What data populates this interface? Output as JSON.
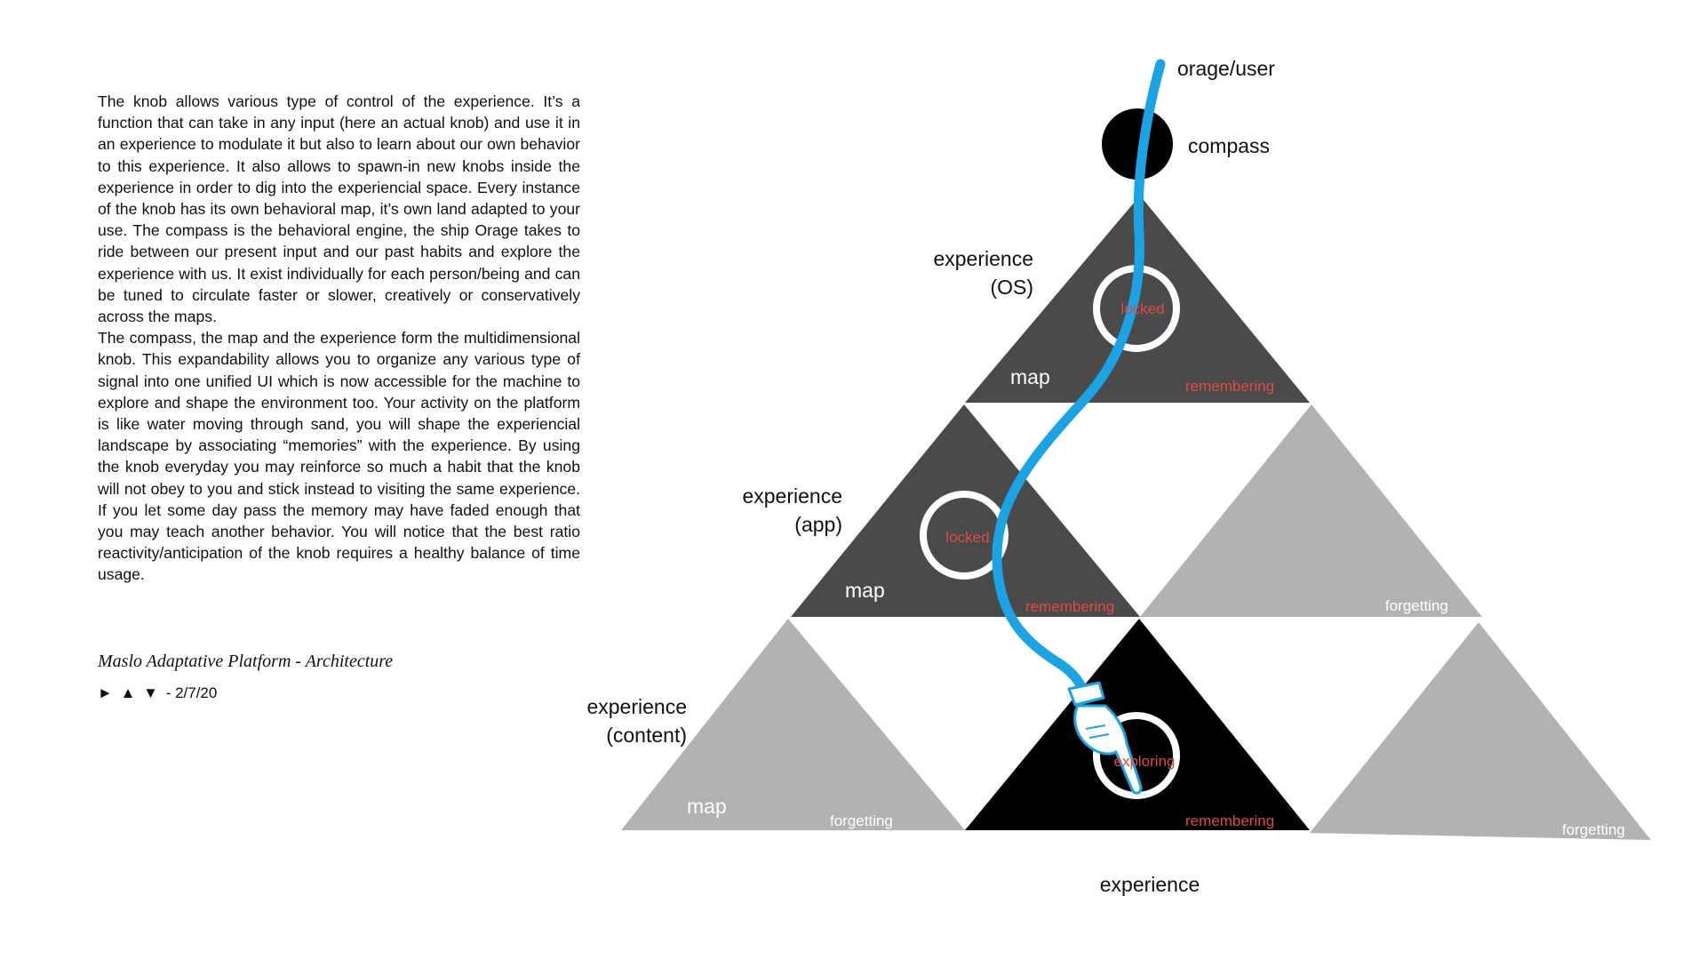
{
  "description": {
    "paragraphs": [
      "The knob allows various type of control of the experience. It’s a function that can take in any input (here an actual knob) and use it in an experience to modulate it but also to learn about our own behavior to this experience.  It also allows to spawn-in new knobs inside the experience in order to dig into the experiencial space. Every instance of the knob has its own behavioral map, it’s own land adapted to your use. The compass is the behavioral engine, the ship Orage takes to ride between our present input and our past habits and explore the experience with us.  It exist individually for each person/being and can be tuned to circulate faster or slower, creatively or conservatively across the maps.",
      "The compass, the map and the experience form the multidimensional knob. This expandability allows you to organize any various type of signal into one unified UI which is now accessible for the machine to explore and shape the environment too. Your activity on the platform is like water moving through sand, you will shape the experiencial landscape by associating “memories” with the experience. By using the knob everyday you may reinforce so much a habit that the knob will not obey to you and stick instead to visiting the same experience. If you let some day pass the memory may have faded enough that you may teach another behavior. You will notice that the best ratio reactivity/anticipation of the knob requires a healthy balance of time usage."
    ]
  },
  "caption": {
    "title": "Maslo Adaptative Platform - Architecture",
    "nav": {
      "play": "►",
      "up": "▲",
      "down": "▼"
    },
    "date": "- 2/7/20"
  },
  "diagram": {
    "colors": {
      "dark": "#4a4a4a",
      "light": "#b2b2b2",
      "black": "#000000",
      "stream": "#1ba3e3",
      "accent": "#e04a3f",
      "label": "#111111"
    },
    "labels": {
      "orage_user": "orage/user",
      "compass": "compass",
      "experience_os_line1": "experience",
      "experience_os_line2": "(OS)",
      "experience_app_line1": "experience",
      "experience_app_line2": "(app)",
      "experience_content_line1": "experience",
      "experience_content_line2": "(content)",
      "experience_bottom": "experience"
    },
    "triangles": {
      "top": {
        "map": "map",
        "state": "remembering",
        "knob": "locked"
      },
      "middle_left": {
        "map": "map",
        "state": "remembering",
        "knob": "locked"
      },
      "middle_right": {
        "state": "forgetting"
      },
      "bottom_left": {
        "map": "map",
        "state": "forgetting"
      },
      "bottom_center": {
        "state": "remembering",
        "knob": "exploring"
      },
      "bottom_right": {
        "state": "forgetting"
      }
    }
  }
}
